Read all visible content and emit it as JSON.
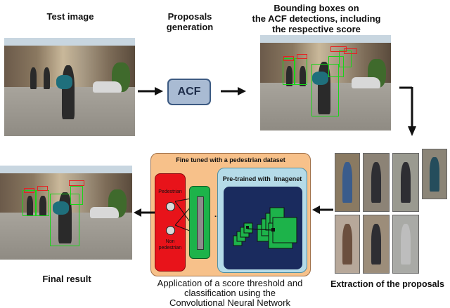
{
  "labels": {
    "test_image": "Test image",
    "proposals_generation": "Proposals\ngeneration",
    "bounding_boxes": "Bounding boxes on\nthe ACF detections, including\nthe respective score",
    "final_result": "Final result",
    "extraction": "Extraction of the proposals",
    "application": "Application of a score threshold and\nclassification using the\nConvolutional Neural Network"
  },
  "acf_box": {
    "text": "ACF",
    "fill": "#a9bbd3",
    "stroke": "#3c5a82"
  },
  "cnn": {
    "outer_title": "Fine tuned with a pedestrian dataset",
    "inner_title": "Pre-trained with  Imagenet",
    "node_pedestrian": "Pedestrian",
    "node_non_pedestrian": "Non\npedestrian",
    "ellipsis": "...",
    "colors": {
      "outer": "#f7c18a",
      "inner": "#b5dbe8",
      "red": "#e8131a",
      "green": "#1db34a",
      "navy": "#1a2b5e"
    }
  },
  "colors": {
    "bbox": "#19d419",
    "score": "#ff2a2a",
    "arrow": "#111111"
  }
}
